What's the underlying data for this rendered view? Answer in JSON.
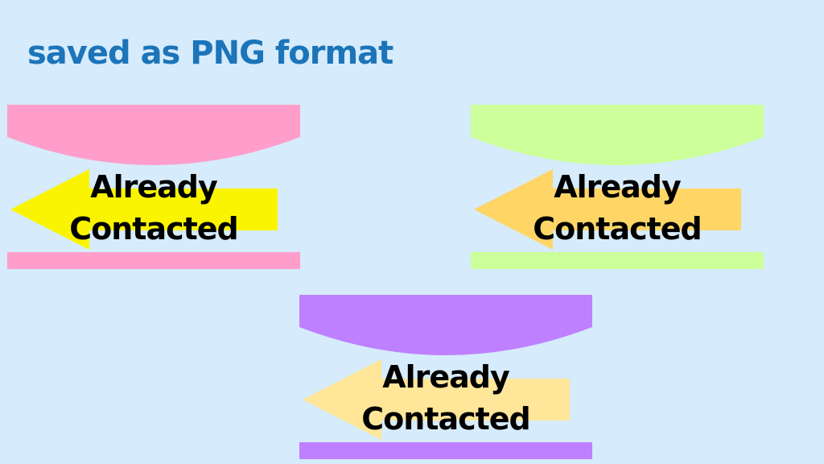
{
  "slide": {
    "title": "saved as PNG format",
    "background_color": "#d6ebfb",
    "title_color": "#1c74b9",
    "label_color": "#000000"
  },
  "stamps": [
    {
      "label": "Already\nContacted",
      "icon": "left-arrow-icon",
      "top_shape_color": "#ff9ecb",
      "arrow_color": "#faf400",
      "bottom_bar_color": "#ff9ecb"
    },
    {
      "label": "Already\nContacted",
      "icon": "left-arrow-icon",
      "top_shape_color": "#ccff99",
      "arrow_color": "#ffd666",
      "bottom_bar_color": "#ccff99"
    },
    {
      "label": "Already\nContacted",
      "icon": "left-arrow-icon",
      "top_shape_color": "#bf80ff",
      "arrow_color": "#ffe699",
      "bottom_bar_color": "#bf80ff"
    }
  ]
}
